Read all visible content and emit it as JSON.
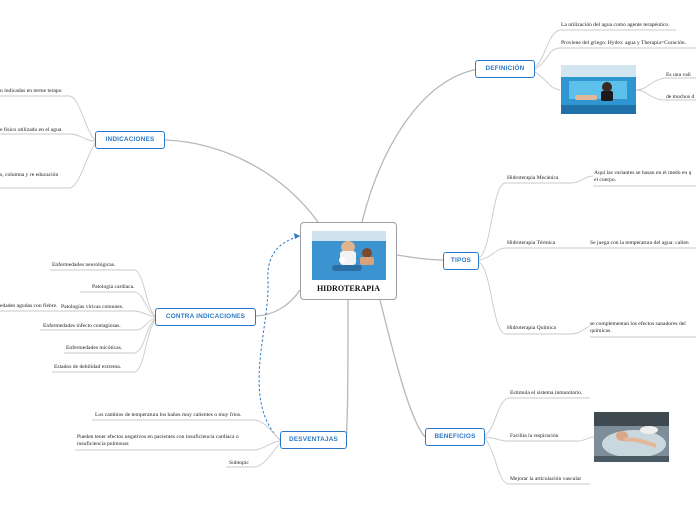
{
  "center": {
    "title": "HIDROTERAPIA"
  },
  "branches": {
    "definicion": {
      "label": "DEFINICIÓN",
      "items": [
        "La utilización del agua como agente terapéutico.",
        "Proviene del griego:  Hydro: agua y Therapia=Curación."
      ],
      "image_notes": [
        "Es una vali",
        "de muchos d"
      ]
    },
    "indicaciones": {
      "label": "INDICACIONES",
      "items": [
        "n indicadas en terme terapu",
        "e físico utilizado en el agua",
        "s, columna y re educación"
      ]
    },
    "tipos": {
      "label": "TIPOS",
      "items": [
        {
          "name": "Hidroterapia Mecánica",
          "desc": [
            "Aquí las variantes se basan en el medo en q",
            "el cuerpo."
          ]
        },
        {
          "name": "Hidroterapia Térmica",
          "desc": [
            "Se juega con la temperatura del agua: calien"
          ]
        },
        {
          "name": "Hidroterapia Química",
          "desc": [
            "se complementan los efectos sanadores del",
            "químicas."
          ]
        }
      ]
    },
    "contra_indicaciones": {
      "label": "CONTRA INDICACIONES",
      "items": [
        "Enfermedades neurológicas.",
        "Patología cardíaca.",
        "Patologías víricas comunes.",
        "Enfermedades infecto contagiosas.",
        "Enfermedades micóticas.",
        "Estados de debilidad extrema."
      ],
      "side_item": "edades agudas con fiebre."
    },
    "desventajas": {
      "label": "DESVENTAJAS",
      "items": [
        "Los cambios de temperatura los baños muy calientes o muy fríos.",
        "Pueden tener efectos negativos en pacientes con insuficiencia cardiaca o",
        "insuficiencia pulmonar.",
        "Subtopic"
      ]
    },
    "beneficios": {
      "label": "BENEFICIOS",
      "items": [
        "Estimula el sistema inmunitario.",
        "Facilita la respiración",
        "Mejorar la articulación vascular"
      ]
    }
  },
  "colors": {
    "accent": "#2b78c8",
    "line": "#b0b4b9",
    "water": "#3d9ed8"
  }
}
